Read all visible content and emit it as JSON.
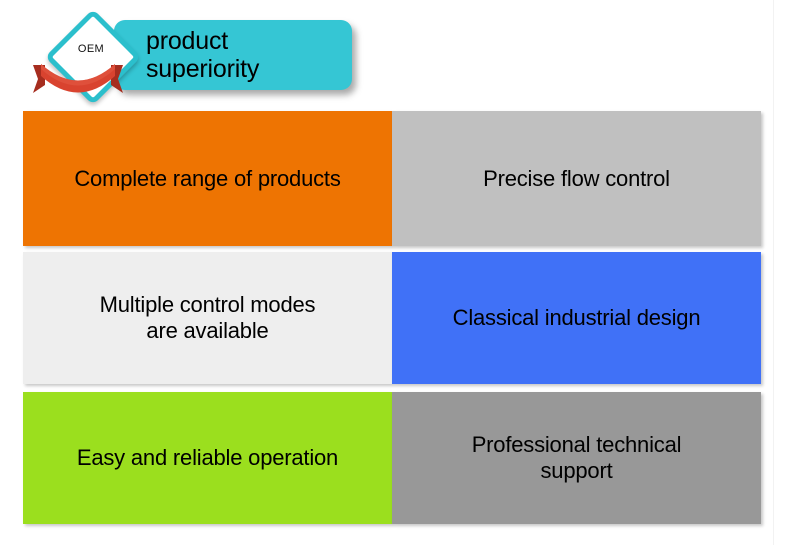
{
  "slide": {
    "background_color": "#ffffff",
    "edge_rule_color": "#f2f2f2"
  },
  "header": {
    "badge": {
      "diamond_label": "OEM",
      "diamond_border_color": "#2bbfcc",
      "diamond_fill_color": "#ffffff",
      "ribbon_color": "#d9432f",
      "ribbon_tail_color": "#a62d1f",
      "plate_color": "#35c6d4"
    },
    "title": "product\nsuperiority",
    "title_color": "#000000"
  },
  "grid": {
    "rows": [
      {
        "cells": [
          {
            "label": "Complete range of products",
            "bg": "#ee7402",
            "text_color": "#000000"
          },
          {
            "label": "Precise flow control",
            "bg": "#c0c0c0",
            "text_color": "#000000"
          }
        ]
      },
      {
        "cells": [
          {
            "label": "Multiple control modes\nare available",
            "bg": "#eeeeee",
            "text_color": "#000000"
          },
          {
            "label": "Classical industrial design",
            "bg": "#4071f7",
            "text_color": "#000000"
          }
        ]
      },
      {
        "cells": [
          {
            "label": "Easy and reliable operation",
            "bg": "#9bdf1e",
            "text_color": "#000000"
          },
          {
            "label": "Professional technical\nsupport",
            "bg": "#989898",
            "text_color": "#000000"
          }
        ]
      }
    ]
  }
}
